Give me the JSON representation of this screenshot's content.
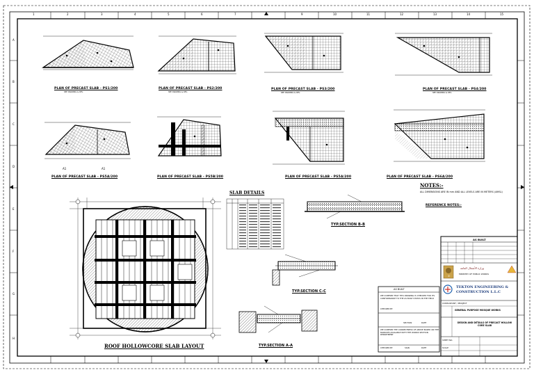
{
  "border": {
    "cols": [
      "1",
      "2",
      "3",
      "4",
      "5",
      "6",
      "7",
      "8",
      "9",
      "10",
      "11",
      "12",
      "13",
      "14",
      "15"
    ],
    "rows": [
      "A",
      "B",
      "C",
      "D",
      "E",
      "F",
      "G",
      "H"
    ]
  },
  "panels": [
    {
      "title": "PLAN OF PRECAST SLAB - PS1/200",
      "scale": "SEE DRAWING & REV."
    },
    {
      "title": "PLAN OF PRECAST SLAB - PS2/200",
      "scale": "SEE DRAWING & REV."
    },
    {
      "title": "PLAN OF PRECAST SLAB - PS3/200",
      "scale": "SEE DRAWING & REV."
    },
    {
      "title": "PLAN OF PRECAST SLAB - PS4/200",
      "scale": "SEE DRAWING & REV."
    },
    {
      "title": "PLAN OF PRECAST SLAB - PS5A/200",
      "scale": ""
    },
    {
      "title": "PLAN OF PRECAST SLAB - PS5B/200",
      "scale": ""
    },
    {
      "title": "PLAN OF PRECAST SLAB - PS5A/200",
      "scale": ""
    },
    {
      "title": "PLAN OF PRECAST SLAB - PS6A/200",
      "scale": ""
    }
  ],
  "layout_title": "ROOF HOLLOWCORE SLAB LAYOUT",
  "slab_details": {
    "title": "SLAB DETAILS",
    "rows": 16
  },
  "sections": {
    "b": "TYP.SECTION B-B",
    "c": "TYP.SECTION C-C",
    "a": "TYP.SECTION A-A"
  },
  "notes": {
    "title": "NOTES:-",
    "line": "ALL DIMENSIONS ARE IN mm AND ALL LEVELS ARE IN METERS (AMSL)",
    "ref_title": "REFERENCE NOTES:-"
  },
  "as_built": {
    "header": "AS BUILT",
    "confirm_1": "WE CONFIRM THAT THIS DRAWING IS CHECKED FOR ITS CONFORMANCE TO THE AS BUILT STATUS IN THE FIELD",
    "checked_by": "CHECKED BY",
    "confirm_2": "WE CONFIRM THE CORRECTNESS OF ABOVE BASED ON THE MARKUPS AVAILABLE WITH THE WORKS SECTION DEPARTMENT",
    "checked_by_2": "CHECKED BY",
    "section": "SECTION",
    "date": "DATE",
    "sign": "SIGN",
    "date_2": "DATE"
  },
  "title_block": {
    "as_built": "AS BUILT",
    "client_ar": "وزارة الأشغال العامة",
    "ministry": "MINISTRY OF PUBLIC WORKS",
    "company_line1": "TEKTON ENGINEERING &",
    "company_line2": "CONSTRUCTION L.L.C",
    "contractor_label": "CONSULTANT / PROJECT",
    "project": "GENERAL PURPOSE MOSQUE WORKS",
    "drawing_title": "DESIGN AND DETAILS OF PRECAST HOLLOW CORE SLAB",
    "sheet_no": "SHEET NO.",
    "scale": "SCALE"
  }
}
